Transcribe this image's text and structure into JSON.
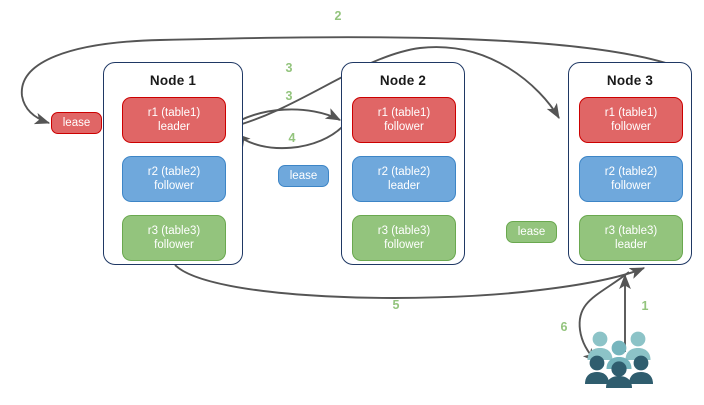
{
  "diagram": {
    "title": "Distributed lease / raft replica diagram",
    "palette": {
      "red_fill": "#e06666",
      "red_border": "#cc0000",
      "blue_fill": "#6fa8dc",
      "blue_border": "#3d85c6",
      "green_fill": "#93c47d",
      "green_border": "#6aa84f",
      "panel_border": "#1f3864",
      "arrow_color": "#555555",
      "label_color": "#93c47d",
      "users_light": "#76b5bd",
      "users_mid": "#8cc3c7",
      "users_dark": "#2f5d6e"
    }
  },
  "nodes": [
    {
      "name": "node-1",
      "title": "Node 1",
      "replicas": [
        {
          "name": "replica-r1",
          "line1": "r1 (table1)",
          "line2": "leader",
          "color": "red"
        },
        {
          "name": "replica-r2",
          "line1": "r2 (table2)",
          "line2": "follower",
          "color": "blue"
        },
        {
          "name": "replica-r3",
          "line1": "r3 (table3)",
          "line2": "follower",
          "color": "green"
        }
      ]
    },
    {
      "name": "node-2",
      "title": "Node 2",
      "replicas": [
        {
          "name": "replica-r1",
          "line1": "r1 (table1)",
          "line2": "follower",
          "color": "red"
        },
        {
          "name": "replica-r2",
          "line1": "r2 (table2)",
          "line2": "leader",
          "color": "blue"
        },
        {
          "name": "replica-r3",
          "line1": "r3 (table3)",
          "line2": "follower",
          "color": "green"
        }
      ]
    },
    {
      "name": "node-3",
      "title": "Node 3",
      "replicas": [
        {
          "name": "replica-r1",
          "line1": "r1 (table1)",
          "line2": "follower",
          "color": "red"
        },
        {
          "name": "replica-r2",
          "line1": "r2 (table2)",
          "line2": "follower",
          "color": "blue"
        },
        {
          "name": "replica-r3",
          "line1": "r3 (table3)",
          "line2": "leader",
          "color": "green"
        }
      ]
    }
  ],
  "leases": [
    {
      "name": "lease-badge-red",
      "label": "lease",
      "color": "red"
    },
    {
      "name": "lease-badge-blue",
      "label": "lease",
      "color": "blue"
    },
    {
      "name": "lease-badge-green",
      "label": "lease",
      "color": "green"
    }
  ],
  "edge_labels": [
    {
      "name": "edge-label-2",
      "text": "2"
    },
    {
      "name": "edge-label-3a",
      "text": "3"
    },
    {
      "name": "edge-label-3b",
      "text": "3"
    },
    {
      "name": "edge-label-4",
      "text": "4"
    },
    {
      "name": "edge-label-5",
      "text": "5"
    },
    {
      "name": "edge-label-1",
      "text": "1"
    },
    {
      "name": "edge-label-6",
      "text": "6"
    }
  ],
  "actors": {
    "users_icon_name": "users-icon"
  }
}
